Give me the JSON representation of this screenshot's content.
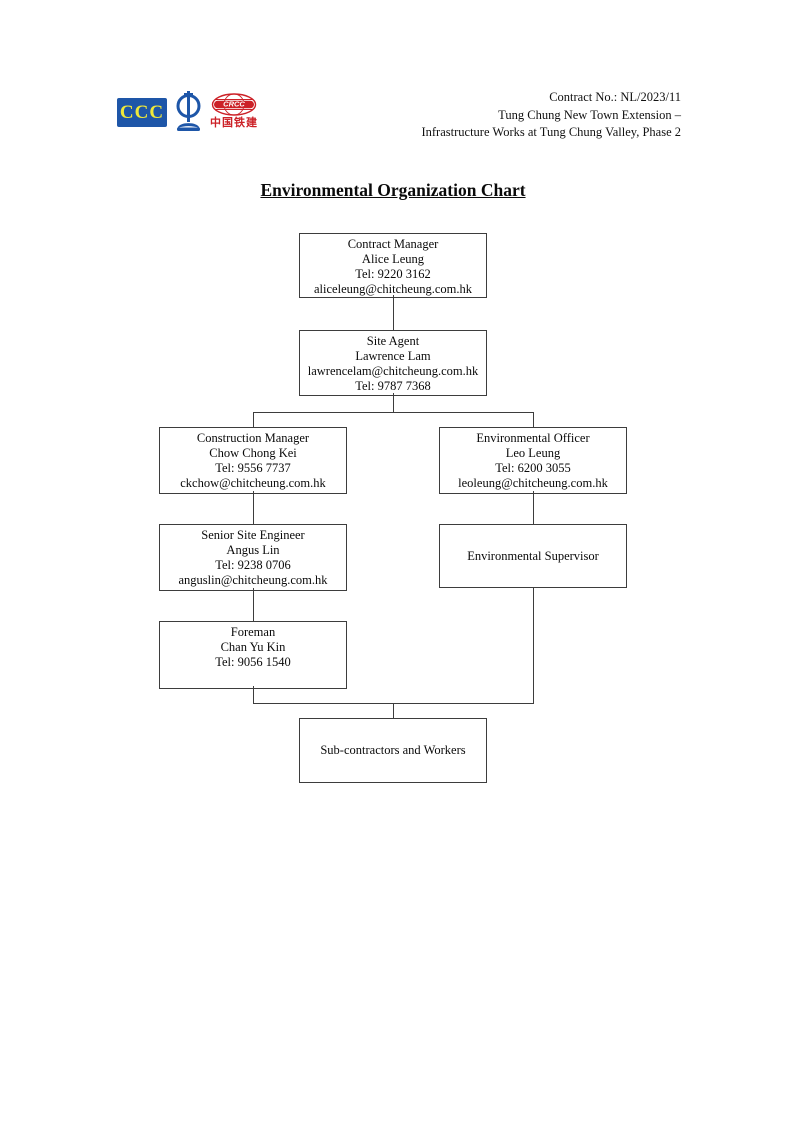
{
  "header": {
    "logos": {
      "ccc_text": "CCC",
      "crcc_text": "CRCC",
      "crcc_caption": "中国铁建"
    },
    "contract_no": "Contract No.: NL/2023/11",
    "project_line1": "Tung Chung New Town Extension –",
    "project_line2": "Infrastructure Works at Tung Chung Valley, Phase 2"
  },
  "title": "Environmental Organization Chart",
  "org_chart": {
    "boxes": [
      {
        "role": "Contract Manager",
        "lines": [
          "Contract Manager",
          "Alice Leung",
          "Tel: 9220 3162",
          "aliceleung@chitcheung.com.hk"
        ]
      },
      {
        "role": "Site Agent",
        "lines": [
          "Site Agent",
          "Lawrence Lam",
          "lawrencelam@chitcheung.com.hk",
          "Tel: 9787 7368"
        ]
      },
      {
        "role": "Construction Manager",
        "lines": [
          "Construction Manager",
          "Chow Chong Kei",
          "Tel: 9556 7737",
          "ckchow@chitcheung.com.hk"
        ]
      },
      {
        "role": "Environmental Officer",
        "lines": [
          "Environmental Officer",
          "Leo Leung",
          "Tel: 6200 3055",
          "leoleung@chitcheung.com.hk"
        ]
      },
      {
        "role": "Senior Site Engineer",
        "lines": [
          "Senior Site Engineer",
          "Angus Lin",
          "Tel: 9238 0706",
          "anguslin@chitcheung.com.hk"
        ]
      },
      {
        "role": "Environmental Supervisor",
        "lines": [
          "Environmental Supervisor"
        ]
      },
      {
        "role": "Foreman",
        "lines": [
          "Foreman",
          "Chan Yu Kin",
          "Tel: 9056 1540"
        ]
      },
      {
        "role": "Sub-contractors and Workers",
        "lines": [
          "Sub-contractors and Workers"
        ]
      }
    ]
  },
  "colors": {
    "logo_blue": "#1e56a8",
    "logo_yellow": "#f0e93a",
    "logo_red": "#cc2127",
    "line": "#3d3d3d"
  }
}
